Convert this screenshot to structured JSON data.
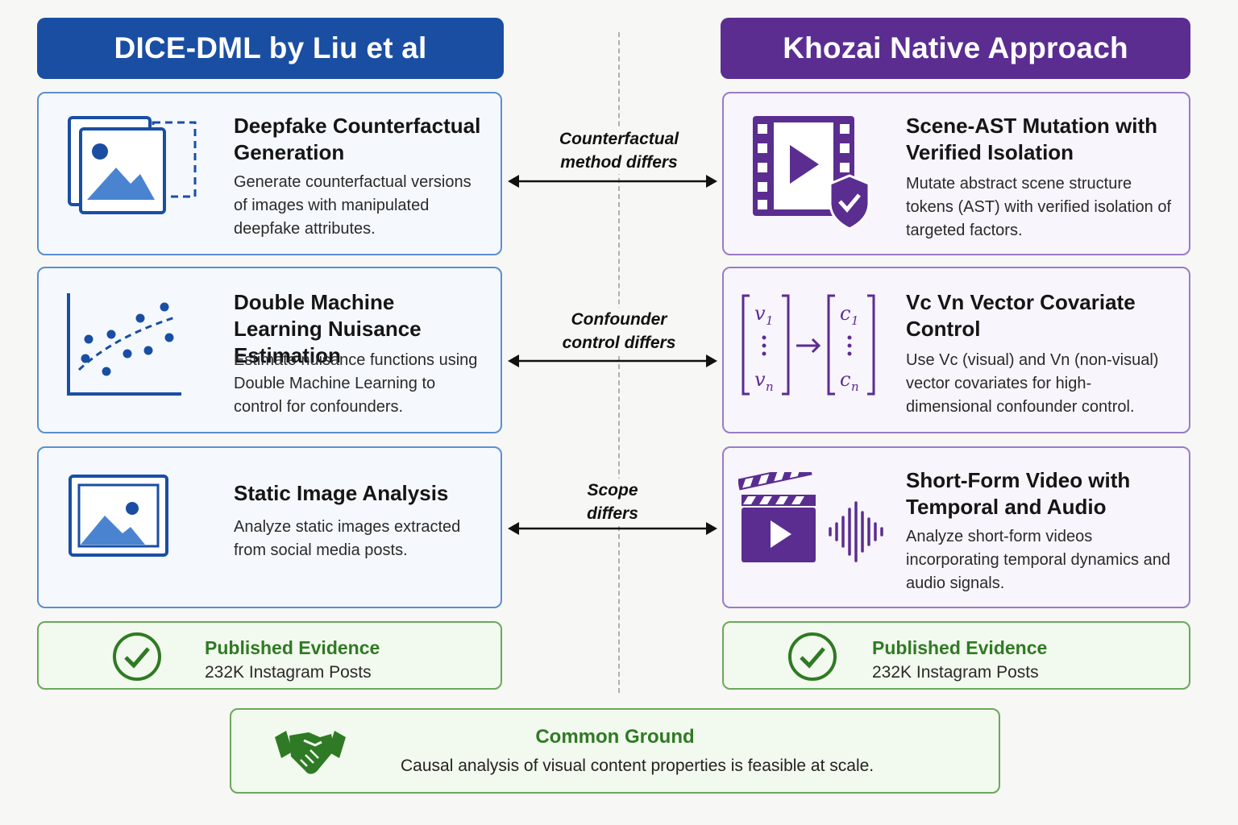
{
  "left": {
    "header": "DICE-DML by Liu et al",
    "cards": [
      {
        "title": "Deepfake Counterfactual Generation",
        "desc": "Generate counterfactual versions of images with manipulated deepfake attributes."
      },
      {
        "title": "Double Machine Learning Nuisance Estimation",
        "desc": "Estimate nuisance functions using Double Machine Learning to control for confounders."
      },
      {
        "title": "Static Image Analysis",
        "desc": "Analyze static images extracted from social media posts."
      }
    ],
    "evidence": {
      "title": "Published Evidence",
      "sub": "232K Instagram Posts"
    }
  },
  "right": {
    "header": "Khozai Native Approach",
    "cards": [
      {
        "title": "Scene-AST Mutation with Verified Isolation",
        "desc": "Mutate abstract scene structure tokens (AST) with verified isolation of targeted factors."
      },
      {
        "title": "Vc Vn Vector Covariate Control",
        "desc": "Use Vc (visual) and Vn (non-visual) vector covariates for high-dimensional confounder control."
      },
      {
        "title": "Short-Form Video with Temporal and Audio",
        "desc": "Analyze short-form videos incorporating temporal dynamics and audio signals."
      }
    ],
    "evidence": {
      "title": "Published Evidence",
      "sub": "232K Instagram Posts"
    }
  },
  "middle": {
    "labels": [
      "Counterfactual method differs",
      "Confounder control differs",
      "Scope differs"
    ]
  },
  "vector_icon": {
    "left_top": "v",
    "left_top_sub": "1",
    "left_bottom": "v",
    "left_bottom_sub": "n",
    "right_top": "c",
    "right_top_sub": "1",
    "right_bottom": "c",
    "right_bottom_sub": "n"
  },
  "common": {
    "title": "Common Ground",
    "desc": "Causal analysis of visual content properties is feasible at scale."
  },
  "colors": {
    "blue": "#1a4ea3",
    "purple": "#5b2d91",
    "green": "#2f7a24"
  }
}
